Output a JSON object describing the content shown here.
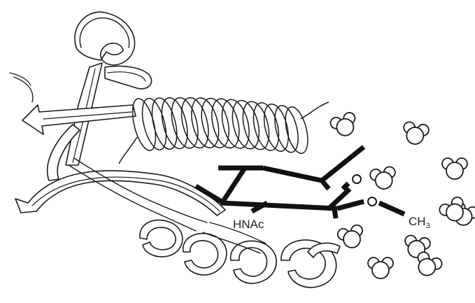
{
  "labels": {
    "ring_oxygen": "O",
    "glycosidic_oxygen": "O",
    "acetamido": "HNAc",
    "methyl": "CH",
    "methyl_subscript": "3"
  }
}
